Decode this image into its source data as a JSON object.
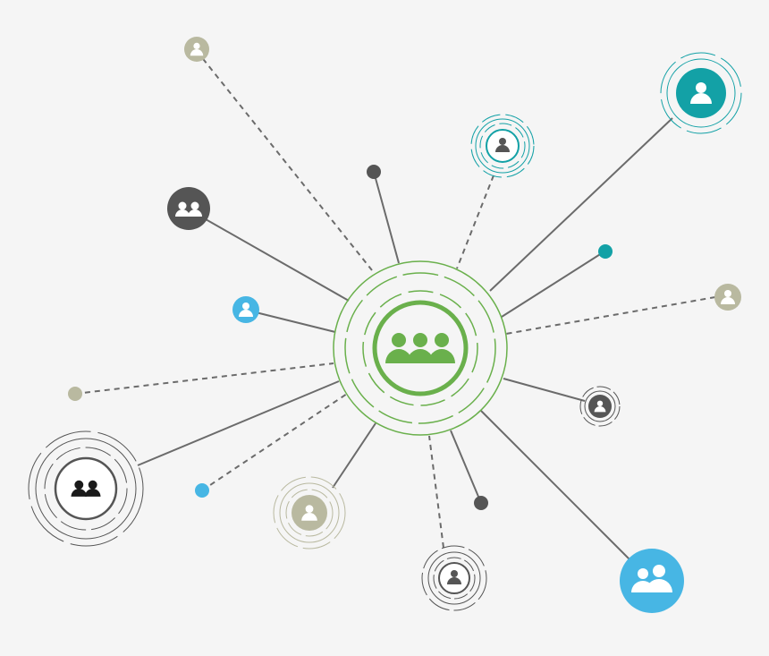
{
  "colors": {
    "background": "#f5f5f5",
    "hub_green": "#6ab04c",
    "line_gray": "#6b6b6b",
    "dark_gray": "#555555",
    "teal": "#13a1a6",
    "sky_blue": "#47b6e4",
    "khaki": "#b9b9a0",
    "white": "#ffffff",
    "black": "#1a1a1a"
  },
  "diagram": {
    "hub": {
      "icon": "three-people-icon",
      "color": "#6ab04c"
    },
    "nodes": [
      {
        "id": "top-left-small-user",
        "kind": "single-user-icon",
        "color": "#b9b9a0",
        "link": "dashed"
      },
      {
        "id": "top-dot",
        "kind": "dot",
        "color": "#555555",
        "link": "solid"
      },
      {
        "id": "top-teal-ringed-user",
        "kind": "single-user-icon",
        "color": "#13a1a6",
        "link": "dashed"
      },
      {
        "id": "top-right-large-teal-user",
        "kind": "single-user-icon",
        "color": "#13a1a6",
        "link": "solid"
      },
      {
        "id": "dark-group",
        "kind": "group-icon",
        "color": "#555555",
        "link": "solid"
      },
      {
        "id": "blue-small-user",
        "kind": "single-user-icon",
        "color": "#47b6e4",
        "link": "solid"
      },
      {
        "id": "teal-dot",
        "kind": "dot",
        "color": "#13a1a6",
        "link": "solid"
      },
      {
        "id": "right-khaki-user",
        "kind": "single-user-icon",
        "color": "#b9b9a0",
        "link": "dashed"
      },
      {
        "id": "left-khaki-dot",
        "kind": "dot",
        "color": "#b9b9a0",
        "link": "dashed"
      },
      {
        "id": "right-ringed-gray-user",
        "kind": "single-user-icon",
        "color": "#555555",
        "link": "solid"
      },
      {
        "id": "bottom-left-ringed-group",
        "kind": "group-icon",
        "color": "#1a1a1a",
        "link": "solid"
      },
      {
        "id": "blue-dot",
        "kind": "dot",
        "color": "#47b6e4",
        "link": "dashed"
      },
      {
        "id": "khaki-ringed-user",
        "kind": "single-user-icon",
        "color": "#b9b9a0",
        "link": "solid"
      },
      {
        "id": "bottom-ringed-gray-user",
        "kind": "single-user-icon",
        "color": "#555555",
        "link": "dashed"
      },
      {
        "id": "bottom-dot",
        "kind": "dot",
        "color": "#555555",
        "link": "solid"
      },
      {
        "id": "bottom-right-large-blue-group",
        "kind": "group-icon",
        "color": "#47b6e4",
        "link": "solid"
      }
    ]
  }
}
